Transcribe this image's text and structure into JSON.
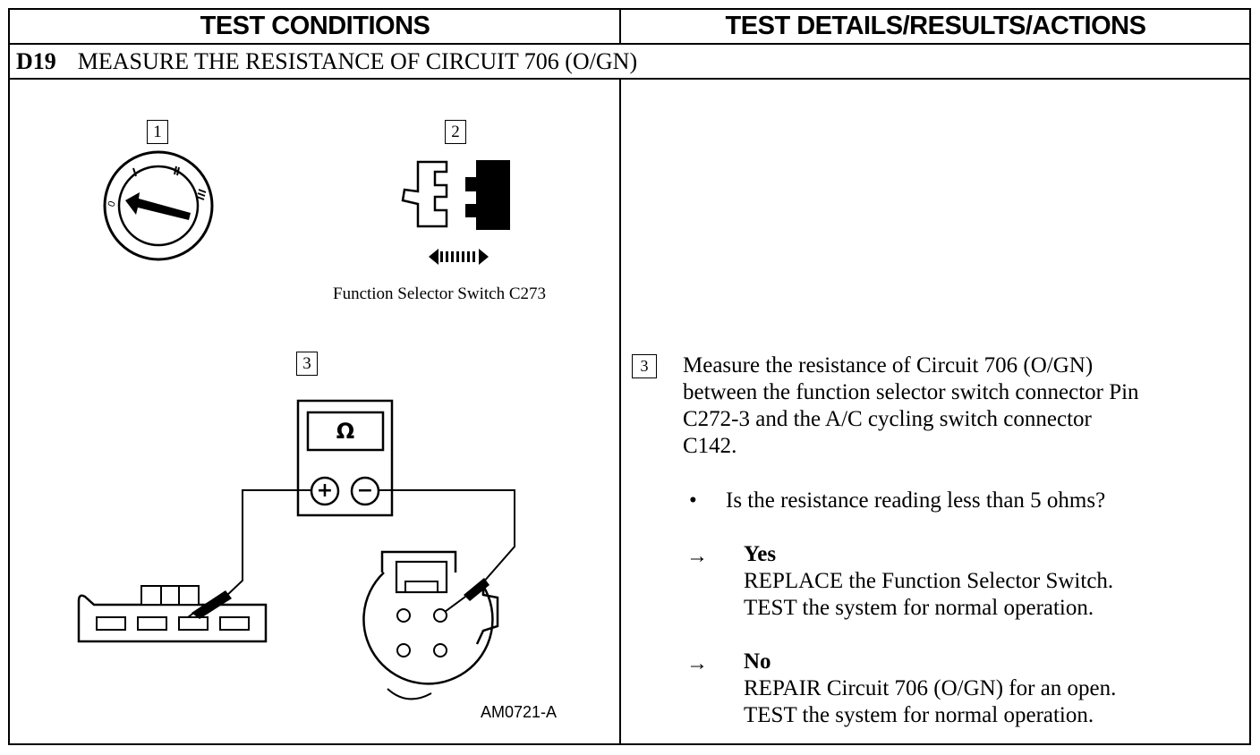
{
  "header": {
    "left": "TEST CONDITIONS",
    "right": "TEST DETAILS/RESULTS/ACTIONS"
  },
  "step": {
    "code": "D19",
    "title": "MEASURE THE RESISTANCE OF CIRCUIT 706 (O/GN)"
  },
  "figure": {
    "callouts": [
      "1",
      "2",
      "3"
    ],
    "meter_symbol": "Ω",
    "plus_symbol": "+",
    "minus_symbol": "−",
    "connector_caption": "Function Selector Switch C273",
    "figure_id": "AM0721-A",
    "icons": [
      "ignition-key-icon",
      "connector-disconnect-icon",
      "ohmmeter-icon",
      "connector-icon"
    ]
  },
  "details": {
    "step_ref": "3",
    "instruction_lines": [
      "Measure the resistance of Circuit 706 (O/GN)",
      "between the function selector switch connector Pin",
      "C272-3 and the A/C cycling switch connector",
      "C142."
    ],
    "bullet": "•",
    "question": "Is the resistance reading less than 5 ohms?",
    "arrow": "→",
    "yes": {
      "label": "Yes",
      "lines": [
        "REPLACE the Function Selector Switch.",
        "TEST the system for normal operation."
      ]
    },
    "no": {
      "label": "No",
      "lines": [
        "REPAIR Circuit 706 (O/GN) for an open.",
        "TEST the system for normal operation."
      ]
    }
  }
}
